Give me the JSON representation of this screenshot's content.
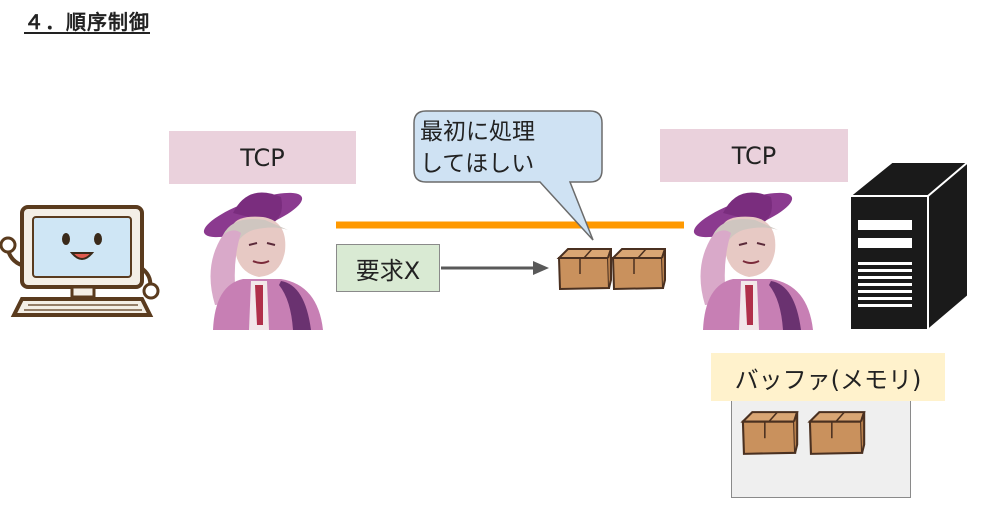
{
  "title": "４．順序制御",
  "client": {
    "icon": "computer-icon"
  },
  "server": {
    "icon": "server-tower-icon"
  },
  "tcp_left": {
    "label": "TCP",
    "icon": "person-icon"
  },
  "tcp_right": {
    "label": "TCP",
    "icon": "person-icon"
  },
  "request": {
    "label": "要求X"
  },
  "speech": {
    "line1": "最初に処理",
    "line2": "してほしい"
  },
  "buffer": {
    "label": "バッファ(メモリ)"
  },
  "packet_icon": "cardboard-box-icon",
  "colors": {
    "tcp_label_bg": "#ead1dc",
    "request_bg": "#d9ead3",
    "speech_bg": "#cfe2f3",
    "buffer_label_bg": "#fff2cc",
    "buffer_area_bg": "#efefef",
    "connection_line": "#ff9900",
    "arrow": "#595959",
    "box": "#c9915d"
  }
}
